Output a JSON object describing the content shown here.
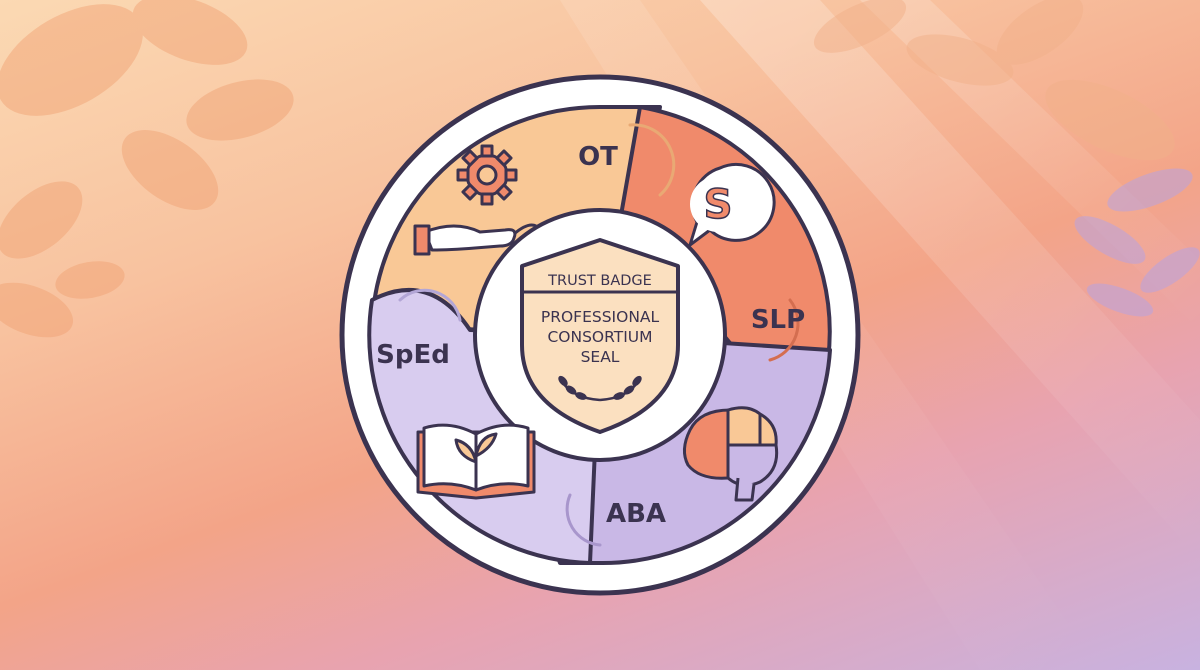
{
  "center_badge": {
    "header": "TRUST BADGE",
    "lines": [
      "PROFESSIONAL",
      "CONSORTIUM",
      "SEAL"
    ]
  },
  "segments": [
    {
      "label": "OT",
      "icon": "gear-hand-icon"
    },
    {
      "label": "SLP",
      "icon": "speech-bubble-s-icon"
    },
    {
      "label": "ABA",
      "icon": "puzzle-brain-icon"
    },
    {
      "label": "SpEd",
      "icon": "open-book-sprout-icon"
    }
  ],
  "colors": {
    "ot": "#f9c896",
    "slp": "#f08a6b",
    "aba": "#c9b8e6",
    "sped": "#d8ccef",
    "outline": "#3b3350",
    "badge": "#fbe0c0"
  }
}
